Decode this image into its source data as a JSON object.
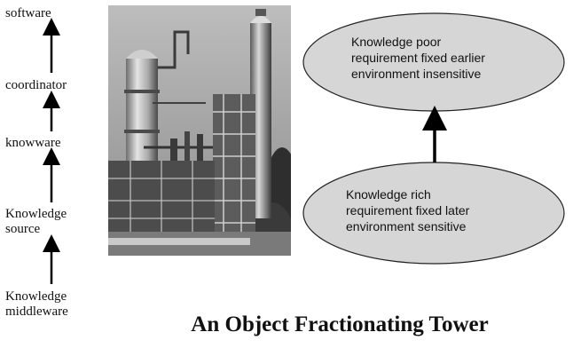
{
  "stack": {
    "levels": [
      "software",
      "coordinator",
      "knowware",
      "Knowledge source",
      "Knowledge middleware"
    ],
    "l0": "software",
    "l1": "coordinator",
    "l2": "knowware",
    "l3a": "Knowledge",
    "l3b": "source",
    "l4a": "Knowledge",
    "l4b": "middleware"
  },
  "photo": {
    "subject": "industrial fractionating tower (grayscale photograph)"
  },
  "top_ellipse": {
    "line1": "Knowledge poor",
    "line2": "requirement fixed earlier",
    "line3": "environment insensitive"
  },
  "bottom_ellipse": {
    "line1": "Knowledge rich",
    "line2": "requirement fixed later",
    "line3": "environment sensitive"
  },
  "caption": "An Object Fractionating Tower",
  "colors": {
    "ellipse_fill": "#d6d6d6",
    "arrow": "#000000",
    "text": "#111111"
  }
}
